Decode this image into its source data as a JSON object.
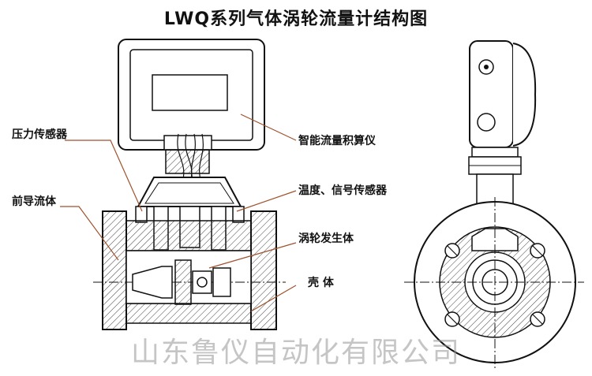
{
  "title": "LWQ系列气体涡轮流量计结构图",
  "labels": {
    "pressure_sensor": "压力传感器",
    "front_flow_body": "前导流体",
    "integrator": "智能流量积算仪",
    "temp_signal_sensor": "温度、信号传感器",
    "vortex_generator": "涡轮发生体",
    "shell": "壳 体"
  },
  "watermark": "山东鲁仪自动化有限公司",
  "colors": {
    "leader_line": "#a0522d",
    "line": "#111111",
    "hatch": "#444444"
  }
}
